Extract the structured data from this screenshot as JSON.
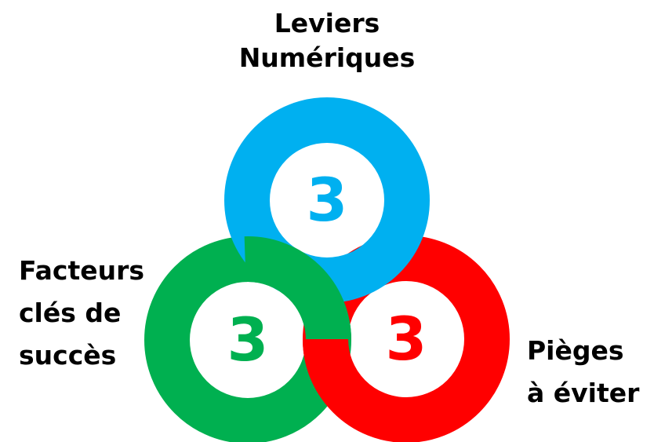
{
  "theme": {
    "blue": "#00B0F0",
    "green": "#00B050",
    "red": "#FF0000",
    "text": "#000000",
    "background": "#FFFFFF"
  },
  "rings": {
    "top": {
      "label_lines": [
        "Leviers",
        "Numériques"
      ],
      "value": "3",
      "color": "#00B0F0"
    },
    "left": {
      "label_lines": [
        "Facteurs",
        "clés de",
        "succès"
      ],
      "value": "3",
      "color": "#00B050"
    },
    "right": {
      "label_lines": [
        "Pièges",
        "à éviter"
      ],
      "value": "3",
      "color": "#FF0000"
    }
  }
}
